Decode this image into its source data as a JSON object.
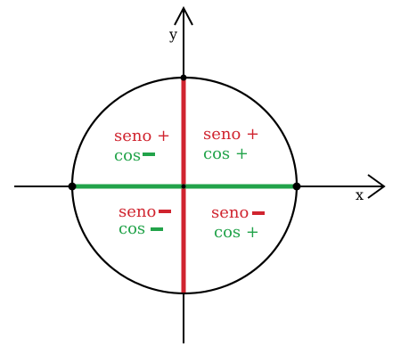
{
  "axes": {
    "x_label": "x",
    "y_label": "y"
  },
  "quadrants": {
    "q1": {
      "sine": "seno +",
      "cosine": "cos +"
    },
    "q2": {
      "sine": "seno +",
      "cosine": "cos"
    },
    "q3": {
      "sine": "seno",
      "cosine": "cos"
    },
    "q4": {
      "sine": "seno",
      "cosine": "cos +"
    }
  },
  "colors": {
    "sine": "#d0242f",
    "cosine": "#22a34a",
    "axes": "#000000"
  }
}
